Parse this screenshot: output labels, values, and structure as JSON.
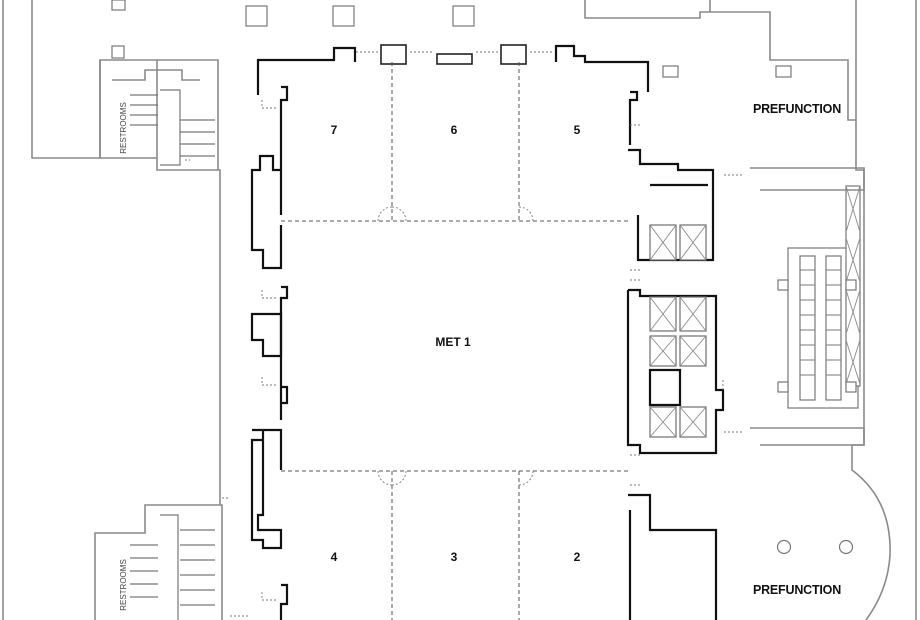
{
  "floorplan": {
    "main_hall": "MET 1",
    "sections": {
      "s7": "7",
      "s6": "6",
      "s5": "5",
      "s4": "4",
      "s3": "3",
      "s2": "2"
    },
    "prefunction_top": "PREFUNCTION",
    "prefunction_bottom": "PREFUNCTION",
    "restrooms_top": "RESTROOMS",
    "restrooms_bottom": "RESTROOMS"
  }
}
